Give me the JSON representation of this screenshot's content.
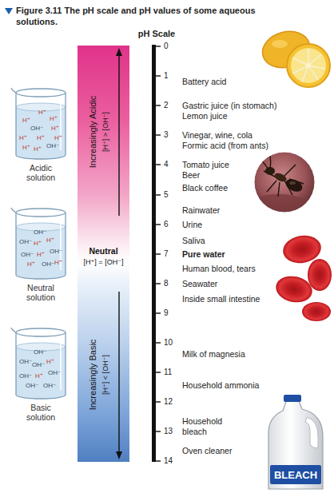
{
  "diagram": {
    "title": "Figure 3.11 The pH scale and pH values of some aqueous solutions.",
    "nodes": [
      {
        "text": [
          "Increasingly Acidic",
          "[H⁺] > [OH⁻]",
          "Neutral",
          "[H⁺] = [OH⁻]",
          "Increasingly Basic",
          "[H⁺] < [OH⁻]"
        ]
      },
      {
        "text": [
          "H⁺",
          "H⁺",
          "H⁺",
          "OH⁻",
          "H⁺",
          "H⁺",
          "H⁺",
          "OH⁻",
          "H⁺",
          "H⁺",
          "H⁺",
          "Acidic solution"
        ]
      },
      {
        "text": [
          "OH⁻",
          "OH⁻",
          "H⁺",
          "H⁺",
          "OH⁻",
          "OH⁻",
          "H⁺",
          "H⁺",
          "OH⁻",
          "H⁺",
          "Neutral solution"
        ]
      },
      {
        "text": [
          "OH⁻",
          "OH⁻",
          "H⁺",
          "OH⁻",
          "OH⁻",
          "OH⁻",
          "H⁺",
          "OH⁻",
          "OH⁻",
          "Basic solution"
        ]
      }
    ],
    "labels": [
      "pH Scale",
      "0",
      "1",
      "2",
      "3",
      "4",
      "5",
      "6",
      "7",
      "8",
      "9",
      "10",
      "11",
      "12",
      "13",
      "14",
      "Battery acid",
      "Gastric juice (in stomach)",
      "Lemon juice",
      "Vinegar, wine, cola",
      "Formic acid (from ants)",
      "Tomato juice",
      "Beer",
      "Black coffee",
      "Rainwater",
      "Urine",
      "Saliva",
      "Pure water",
      "Human blood, tears",
      "Seawater",
      "Inside small intestine",
      "Milk of magnesia",
      "Household ammonia",
      "Household bleach",
      "Oven cleaner",
      "BLEACH"
    ]
  }
}
